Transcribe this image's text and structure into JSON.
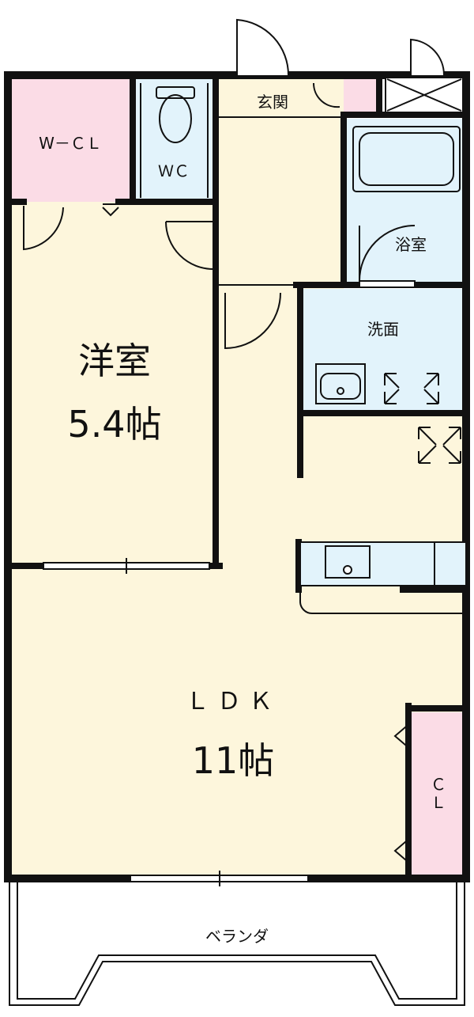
{
  "floor_plan": {
    "colors": {
      "living_floor": "#fdf6dc",
      "wet_area": "#e2f3fb",
      "closet": "#fbdce6",
      "wall": "#111111",
      "balcony": "#ffffff"
    },
    "rooms": {
      "wcl": {
        "name": "W－ＣＬ"
      },
      "wc": {
        "name": "ＷＣ"
      },
      "entrance": {
        "name": "玄関"
      },
      "bathroom": {
        "name": "浴室"
      },
      "washroom": {
        "name": "洗面"
      },
      "western_room": {
        "name": "洋室",
        "size": "5.4帖"
      },
      "ldk": {
        "name": "ＬＤＫ",
        "size": "11帖"
      },
      "closet": {
        "name": "Ｃ\nＬ"
      },
      "balcony": {
        "name": "ベランダ"
      }
    }
  }
}
